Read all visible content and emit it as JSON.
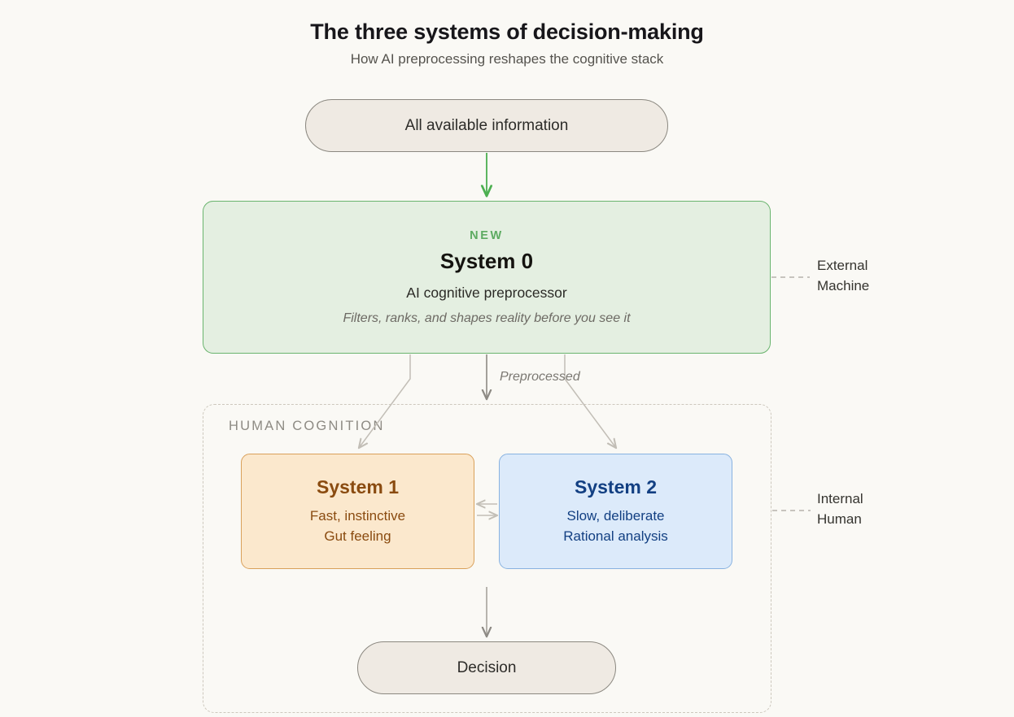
{
  "header": {
    "title": "The three systems of decision-making",
    "subtitle": "How AI preprocessing reshapes the cognitive stack"
  },
  "nodes": {
    "all_information": {
      "label": "All available information",
      "fill": "#efeae3",
      "border": "#8b8880"
    },
    "system0": {
      "badge": "NEW",
      "title": "System 0",
      "subtitle": "AI cognitive preprocessor",
      "note": "Filters, ranks, and shapes reality before you see it",
      "fill": "#e4efe1",
      "border": "#6ab46e",
      "badge_color": "#5dab61"
    },
    "system1": {
      "title": "System 1",
      "line1": "Fast, instinctive",
      "line2": "Gut feeling",
      "fill": "#fbe8cd",
      "border": "#d9a05a",
      "text_color": "#8a4b10"
    },
    "system2": {
      "title": "System 2",
      "line1": "Slow, deliberate",
      "line2": "Rational analysis",
      "fill": "#dceafa",
      "border": "#88b2e0",
      "text_color": "#123f82"
    },
    "decision": {
      "label": "Decision",
      "fill": "#efeae3",
      "border": "#8b8880"
    }
  },
  "groups": {
    "human_cognition": {
      "label": "HUMAN COGNITION",
      "border": "#cdc8bd"
    }
  },
  "annotations": {
    "preprocessed": "Preprocessed",
    "external_machine_line1": "External",
    "external_machine_line2": "Machine",
    "internal_human_line1": "Internal",
    "internal_human_line2": "Human"
  },
  "colors": {
    "background": "#faf9f5",
    "arrow_green": "#4caf50",
    "arrow_gray": "#8d8a84",
    "arrow_light": "#c2beb6"
  }
}
